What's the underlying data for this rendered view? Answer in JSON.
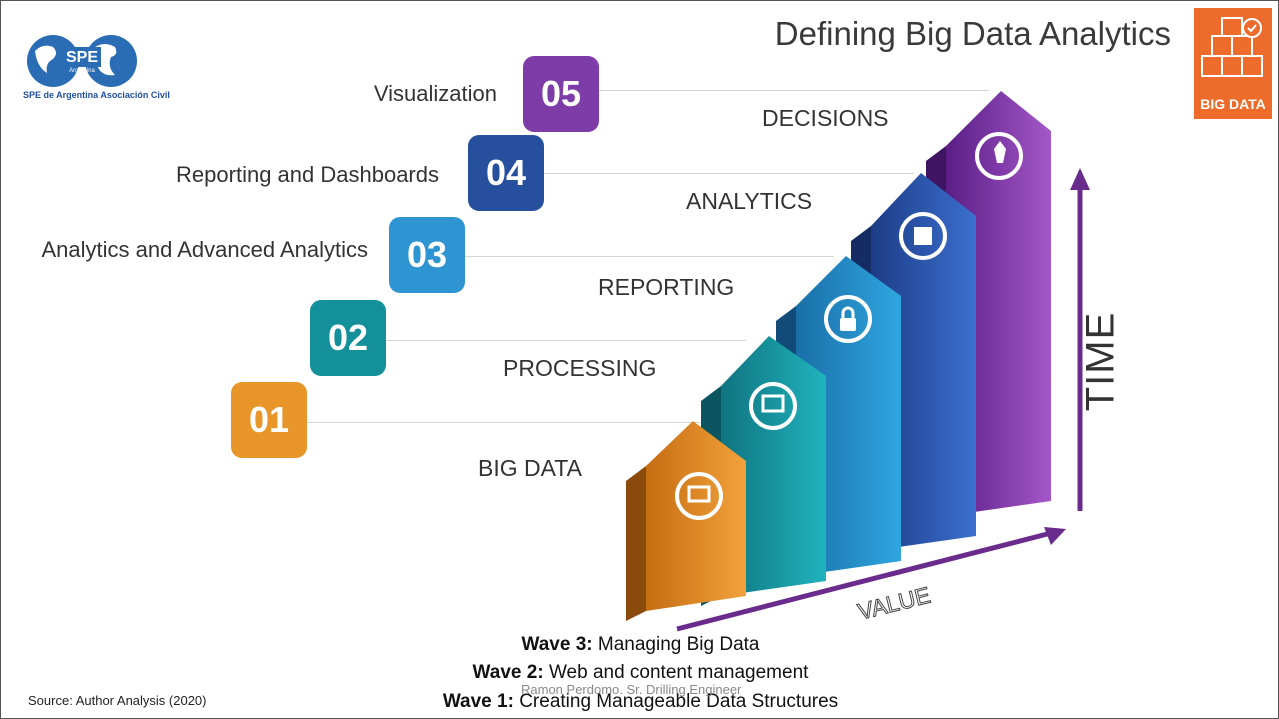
{
  "title": "Defining Big Data Analytics",
  "badge_label": "BIG DATA",
  "logo": {
    "mark": "SPE",
    "sub": "Argentina",
    "caption": "SPE de Argentina Asociación Civil"
  },
  "steps": [
    {
      "number": "01",
      "label": "",
      "stage": "BIG DATA",
      "color": "#e8962a"
    },
    {
      "number": "02",
      "label": "",
      "stage": "PROCESSING",
      "color": "#14909a"
    },
    {
      "number": "03",
      "label": "Analytics and Advanced Analytics",
      "stage": "REPORTING",
      "color": "#2f95d2"
    },
    {
      "number": "04",
      "label": "Reporting and Dashboards",
      "stage": "ANALYTICS",
      "color": "#26509e"
    },
    {
      "number": "05",
      "label": "Visualization",
      "stage": "DECISIONS",
      "color": "#7d3ca8"
    }
  ],
  "axes": {
    "vertical": "TIME",
    "horizontal": "VALUE"
  },
  "waves": [
    {
      "label": "Wave 3:",
      "text": "Managing Big Data"
    },
    {
      "label": "Wave 2:",
      "text": "Web and content management"
    },
    {
      "label": "Wave 1:",
      "text": "Creating Manageable Data Structures"
    }
  ],
  "source": "Source: Author Analysis (2020)",
  "credit": "Ramon Perdomo. Sr. Drilling Engineer",
  "colors": {
    "axis_arrow": "#6a2c8c",
    "badge_bg": "#ed6b2b",
    "title_text": "#3a3a3a"
  }
}
